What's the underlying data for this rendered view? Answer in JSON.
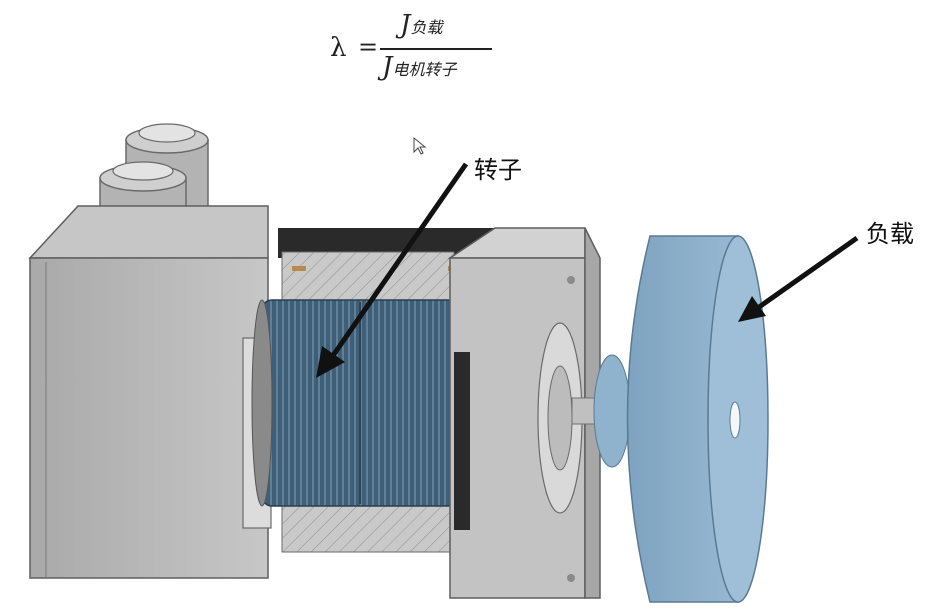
{
  "formula": {
    "symbol": "λ",
    "equals": "=",
    "numerator_var": "J",
    "numerator_sub": "负载",
    "denominator_var": "J",
    "denominator_sub": "电机转子"
  },
  "labels": {
    "rotor": "转子",
    "load": "负载"
  },
  "colors": {
    "motor_gray": "#b9b9b9",
    "rotor_blue": "#3f5f78",
    "load_blue": "#89aecb",
    "arrow": "#111111"
  },
  "icons": {
    "cursor": "mouse-pointer-icon"
  }
}
